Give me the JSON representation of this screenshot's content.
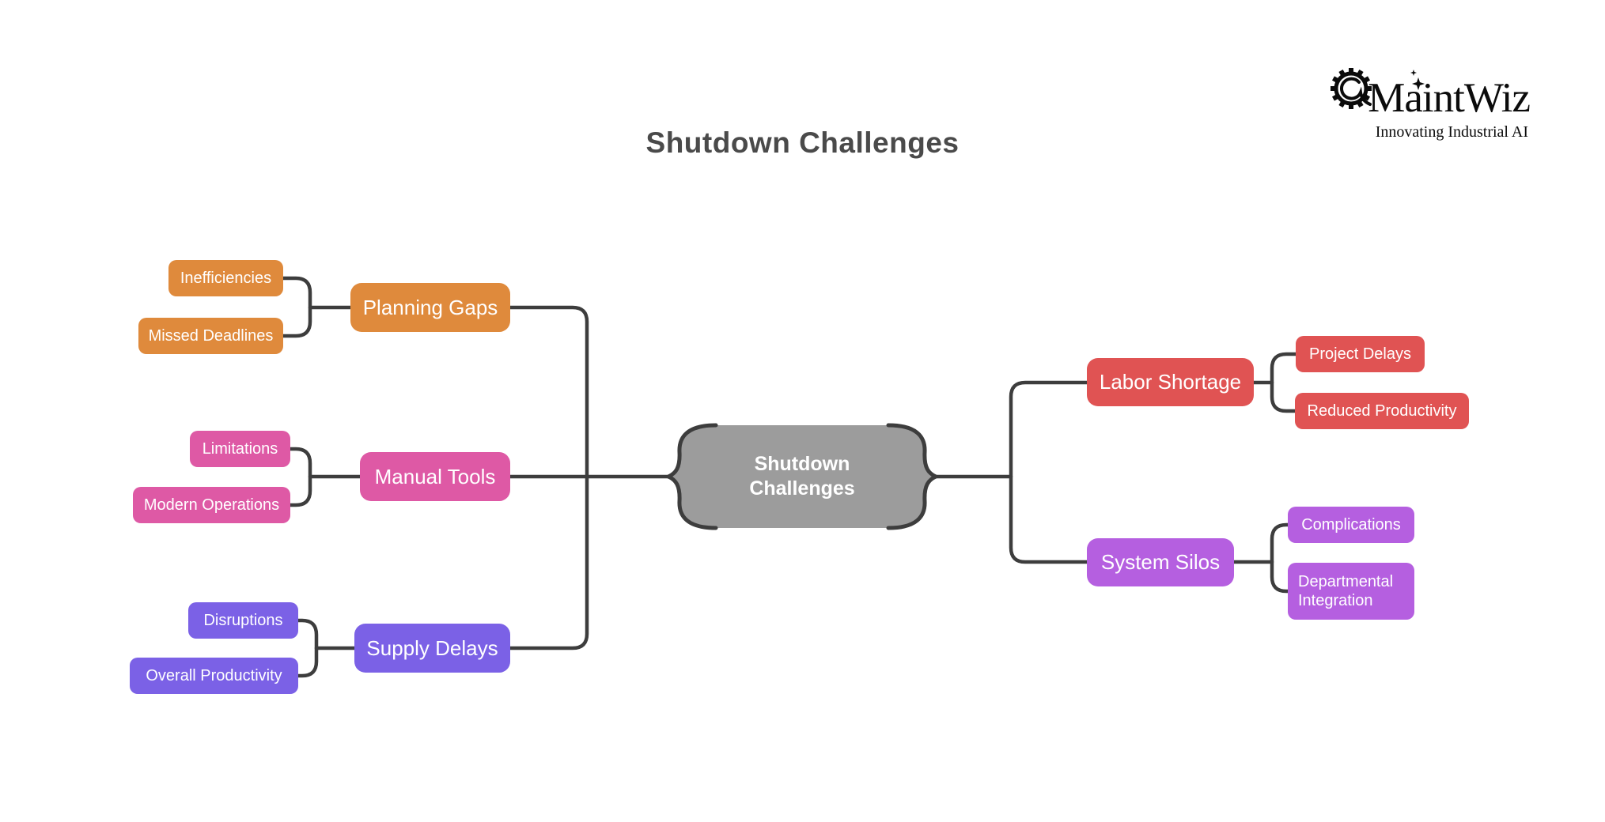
{
  "title": "Shutdown Challenges",
  "logo": {
    "name": "MaintWiz",
    "tagline": "Innovating Industrial AI",
    "icons": [
      "gear-icon",
      "sparkle-icon"
    ]
  },
  "palette": {
    "orange": "#DF8A3C",
    "pink": "#DE59A5",
    "purple": "#7B61E6",
    "red": "#E05353",
    "violet": "#B55FE0",
    "gray": "#9C9C9C",
    "connector": "#3D3D3D",
    "title_text": "#4A4A4A",
    "node_text": "#FFFFFF",
    "background": "#FFFFFF"
  },
  "mindmap": {
    "root": {
      "line1": "Shutdown",
      "line2": "Challenges"
    },
    "branches": [
      {
        "label": "Planning Gaps",
        "color": "orange",
        "side": "left",
        "children": [
          "Inefficiencies",
          "Missed Deadlines"
        ]
      },
      {
        "label": "Manual Tools",
        "color": "pink",
        "side": "left",
        "children": [
          "Limitations",
          "Modern Operations"
        ]
      },
      {
        "label": "Supply Delays",
        "color": "purple",
        "side": "left",
        "children": [
          "Disruptions",
          "Overall Productivity"
        ]
      },
      {
        "label": "Labor Shortage",
        "color": "red",
        "side": "right",
        "children": [
          "Project Delays",
          "Reduced Productivity"
        ]
      },
      {
        "label": "System Silos",
        "color": "violet",
        "side": "right",
        "children": [
          "Complications",
          "Departmental Integration"
        ]
      }
    ]
  }
}
